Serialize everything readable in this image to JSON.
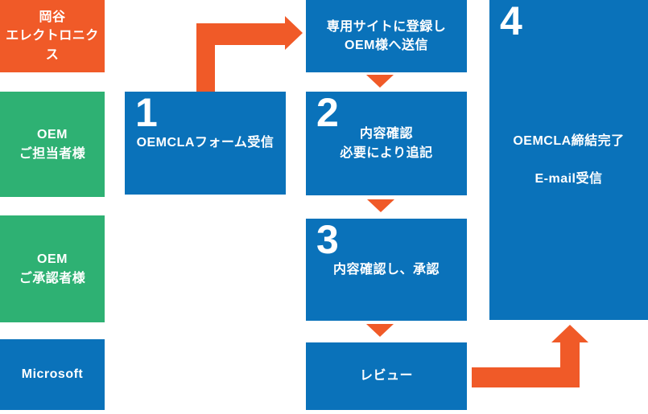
{
  "palette": {
    "blue": "#0A72BA",
    "green": "#2EB173",
    "orange": "#F05A28",
    "text": "#FFFFFF",
    "background": "#FFFFFF"
  },
  "lanes": [
    {
      "label": "岡谷\nエレクトロニクス"
    },
    {
      "label": "OEM\nご担当者様"
    },
    {
      "label": "OEM\nご承認者様"
    },
    {
      "label": "Microsoft"
    }
  ],
  "steps": {
    "step1": {
      "number": "1",
      "text": "OEMCLAフォーム受信"
    },
    "register": {
      "text": "専用サイトに登録し\nOEM様へ送信"
    },
    "step2": {
      "number": "2",
      "text": "内容確認\n必要により追記"
    },
    "step3": {
      "number": "3",
      "text": "内容確認し、承認"
    },
    "review": {
      "text": "レビュー"
    },
    "step4": {
      "number": "4",
      "text": "OEMCLA締結完了\n\nE-mail受信"
    }
  }
}
